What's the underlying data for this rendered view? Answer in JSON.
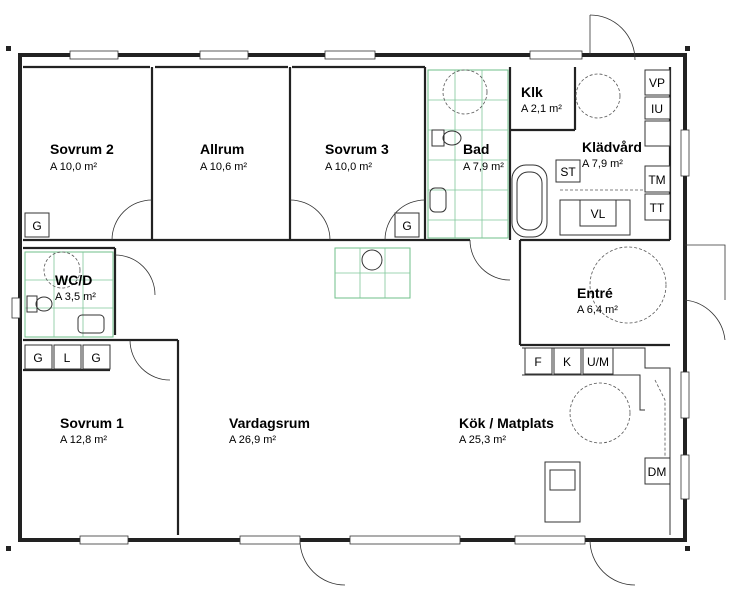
{
  "rooms": {
    "sovrum2": {
      "name": "Sovrum 2",
      "area": "A 10,0 m²"
    },
    "allrum": {
      "name": "Allrum",
      "area": "A 10,6 m²"
    },
    "sovrum3": {
      "name": "Sovrum 3",
      "area": "A 10,0 m²"
    },
    "klk": {
      "name": "Klk",
      "area": "A 2,1 m²"
    },
    "bad": {
      "name": "Bad",
      "area": "A 7,9 m²"
    },
    "kladvard": {
      "name": "Klädvård",
      "area": "A 7,9 m²"
    },
    "wcd": {
      "name": "WC/D",
      "area": "A 3,5 m²"
    },
    "entre": {
      "name": "Entré",
      "area": "A 6,4 m²"
    },
    "sovrum1": {
      "name": "Sovrum 1",
      "area": "A 12,8 m²"
    },
    "vardagsrum": {
      "name": "Vardagsrum",
      "area": "A 26,9 m²"
    },
    "kok": {
      "name": "Kök / Matplats",
      "area": "A 25,3 m²"
    }
  },
  "fixtures": {
    "g_sovrum2": "G",
    "g_sovrum3": "G",
    "vp": "VP",
    "iu": "IU",
    "tm": "TM",
    "tt": "TT",
    "st": "ST",
    "vl": "VL",
    "g_s1_a": "G",
    "l_s1": "L",
    "g_s1_b": "G",
    "f": "F",
    "k": "K",
    "um": "U/M",
    "dm": "DM"
  }
}
